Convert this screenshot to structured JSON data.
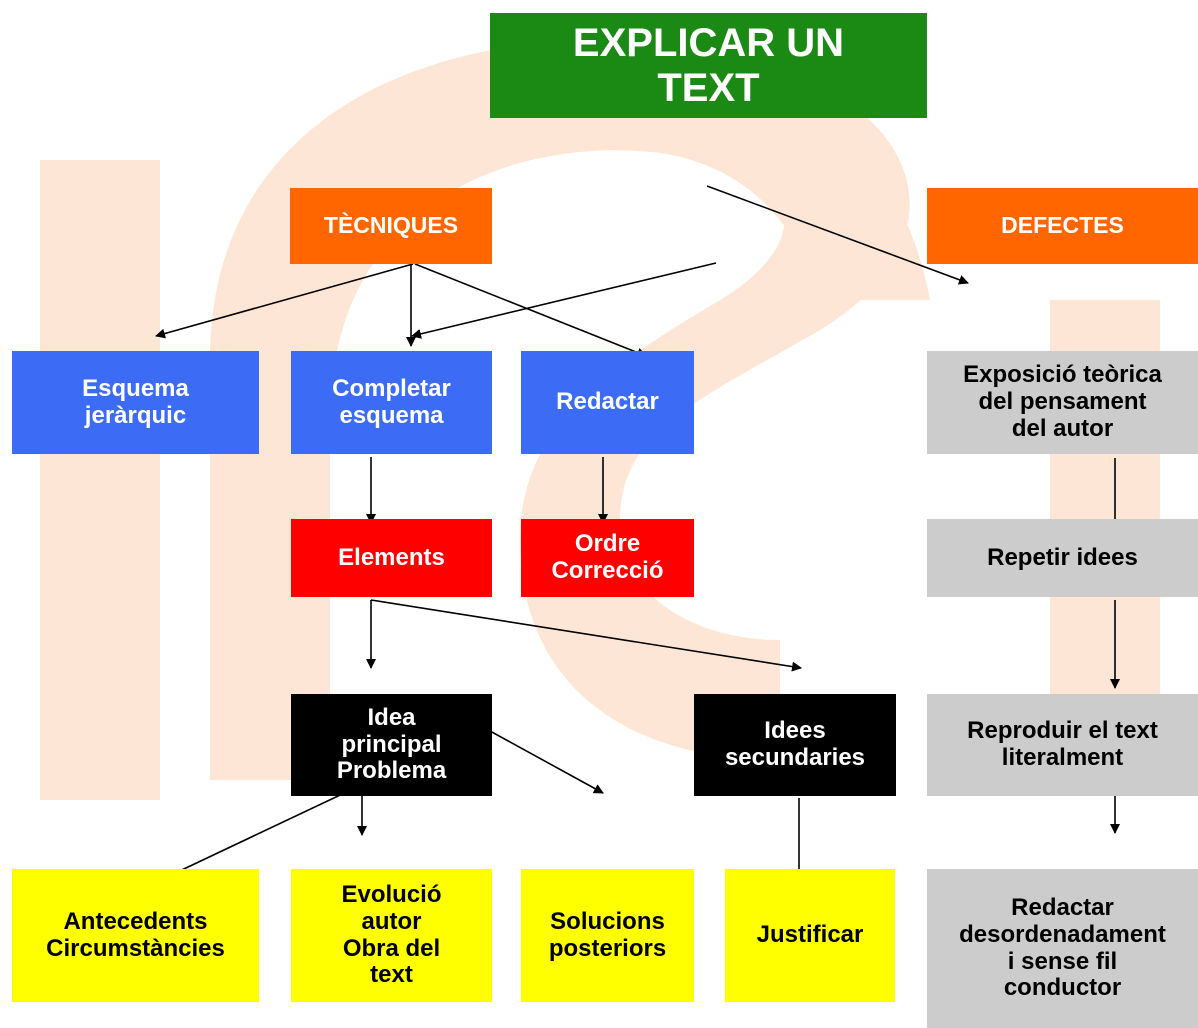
{
  "title": "EXPLICAR UN\nTEXT",
  "categories": {
    "tecniques": "TÈCNIQUES",
    "defectes": "DEFECTES"
  },
  "techniques": {
    "esquema": "Esquema\njeràrquic",
    "completar": "Completar\nesquema",
    "redactar": "Redactar"
  },
  "second_level": {
    "elements": "Elements",
    "ordre": "Ordre\nCorrecció"
  },
  "ideas": {
    "principal": "Idea\nprincipal\nProblema",
    "secundaries": "Idees\nsecundaries"
  },
  "bottom": {
    "antecedents": "Antecedents\nCircumstàncies",
    "evolucio": "Evolució\nautor\nObra del\ntext",
    "solucions": "Solucions\nposteriors",
    "justificar": "Justificar"
  },
  "defects": {
    "exposicio": "Exposició teòrica\ndel pensament\ndel autor",
    "repetir": "Repetir idees",
    "reproduir": "Reproduir el text\nliteralment",
    "desordenat": "Redactar\ndesordenadament\ni sense fil\nconductor"
  },
  "colors": {
    "green": "#1a8a14",
    "orange": "#ff6600",
    "blue": "#3c6cf5",
    "red": "#ff0000",
    "black": "#000000",
    "yellow": "#ffff00",
    "grey": "#cccccc",
    "watermark": "#fde8d9"
  }
}
